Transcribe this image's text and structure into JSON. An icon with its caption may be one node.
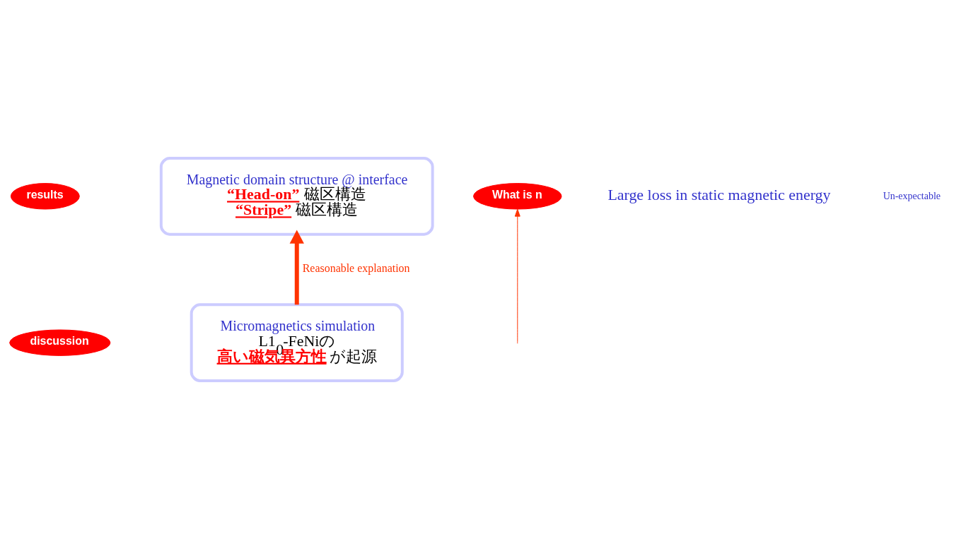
{
  "diagram": {
    "nodes": [
      {
        "text": [
          "Magnetic domain structure @ interface",
          "**“Head-on”** 磁区構造",
          "**“Stripe”** 磁区構造"
        ]
      },
      {
        "text": [
          "results"
        ]
      },
      {
        "text": [
          "Micromagnetics simulation",
          "L1$_{0}$-FeNiの",
          "**高い磁気異方性** が起源"
        ]
      },
      {
        "text": [
          "discussion"
        ]
      },
      {
        "text": [
          "What is n"
        ]
      }
    ],
    "edges": [
      {
        "from": 2,
        "to": 0,
        "arrow": "to",
        "label": "Reasonable explanation",
        "style": "thick"
      },
      {
        "from": null,
        "to": 4,
        "arrow": "to"
      }
    ],
    "labels": [
      "Large loss in static magnetic energy",
      "Un-expectable"
    ]
  }
}
